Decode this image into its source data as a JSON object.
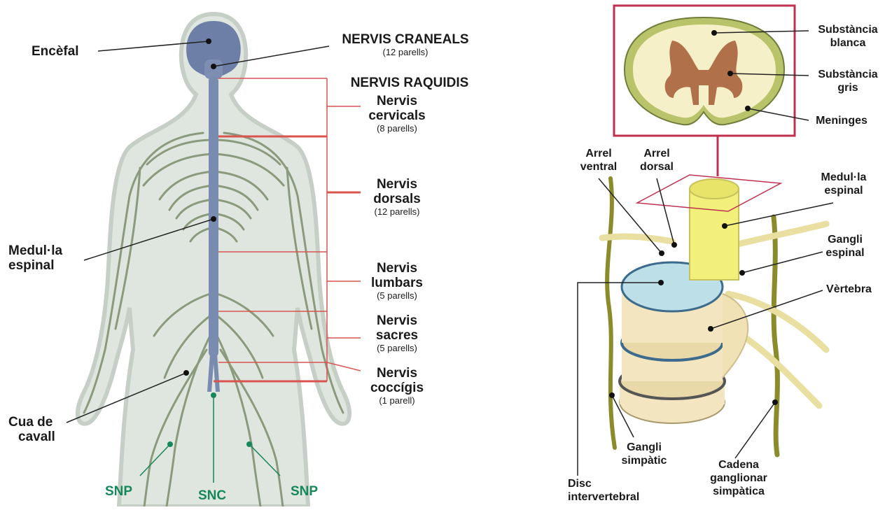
{
  "left_figure": {
    "encefal": "Encèfal",
    "nervis_craneals": {
      "title": "NERVIS CRANEALS",
      "count": "(12 parells)"
    },
    "nervis_raquidis": "NERVIS RAQUIDIS",
    "cervicals": {
      "line1": "Nervis",
      "line2": "cervicals",
      "count": "(8 parells)"
    },
    "dorsals": {
      "line1": "Nervis",
      "line2": "dorsals",
      "count": "(12 parells)"
    },
    "lumbars": {
      "line1": "Nervis",
      "line2": "lumbars",
      "count": "(5 parells)"
    },
    "sacres": {
      "line1": "Nervis",
      "line2": "sacres",
      "count": "(5 parells)"
    },
    "coccigis": {
      "line1": "Nervis",
      "line2": "coccígis",
      "count": "(1 parell)"
    },
    "medulla": {
      "line1": "Medul·la",
      "line2": "espinal"
    },
    "cua": {
      "line1": "Cua de",
      "line2": "cavall"
    },
    "snp_left": "SNP",
    "snc": "SNC",
    "snp_right": "SNP"
  },
  "right_figure": {
    "substancia_blanca": {
      "line1": "Substància",
      "line2": "blanca"
    },
    "substancia_gris": {
      "line1": "Substància",
      "line2": "gris"
    },
    "meninges": "Meninges",
    "arrel_ventral": {
      "line1": "Arrel",
      "line2": "ventral"
    },
    "arrel_dorsal": {
      "line1": "Arrel",
      "line2": "dorsal"
    },
    "medulla": {
      "line1": "Medul·la",
      "line2": "espinal"
    },
    "gangli_espinal": {
      "line1": "Gangli",
      "line2": "espinal"
    },
    "vertebra": "Vèrtebra",
    "gangli_simpatic": {
      "line1": "Gangli",
      "line2": "simpàtic"
    },
    "cadena": {
      "line1": "Cadena",
      "line2": "ganglionar",
      "line3": "simpàtica"
    },
    "disc": {
      "line1": "Disc",
      "line2": "intervertebral"
    }
  },
  "colors": {
    "body_fill": "#dfe6df",
    "body_outline": "#c9d2c9",
    "cns_blue": "#6d7fa6",
    "nerve_green": "#8a9a7c",
    "red_bracket": "#d9534f",
    "frame_crimson": "#c0304e",
    "grey_matter": "#b0704a",
    "white_matter": "#f5f0c8",
    "disc_blue": "#bcdfe8",
    "vertebra": "#f3e5bf",
    "sympathetic": "#8a8b2a",
    "snc_green": "#16875a"
  }
}
